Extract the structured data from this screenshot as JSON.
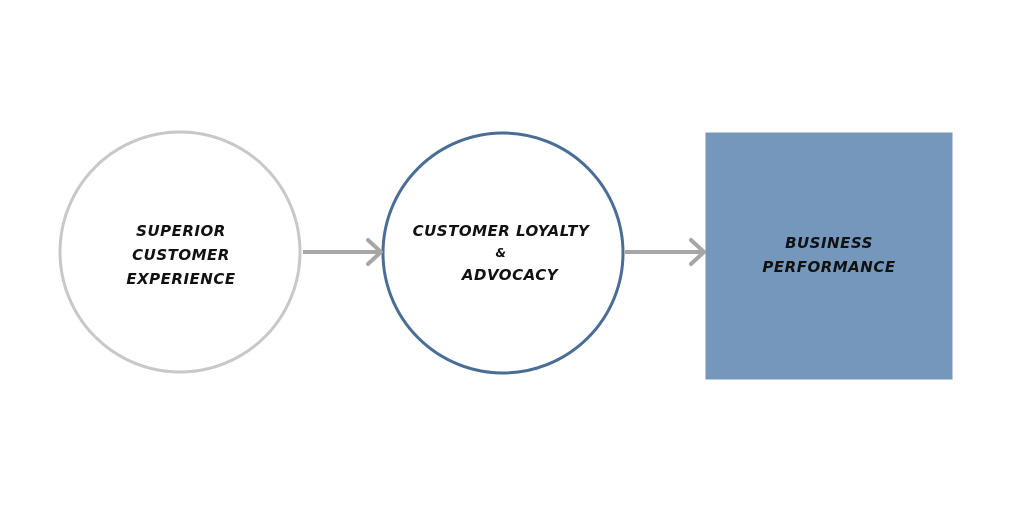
{
  "diagram": {
    "nodes": [
      {
        "id": "superior-customer-experience",
        "shape": "circle",
        "lines": [
          "SUPERIOR",
          "CUSTOMER",
          "EXPERIENCE"
        ],
        "stroke_color": "#c8c8c8",
        "fill_color": "#ffffff"
      },
      {
        "id": "customer-loyalty-advocacy",
        "shape": "circle",
        "lines": [
          "CUSTOMER LOYALTY",
          "&",
          "ADVOCACY"
        ],
        "stroke_color": "#4a6d96",
        "fill_color": "#ffffff"
      },
      {
        "id": "business-performance",
        "shape": "square",
        "lines": [
          "BUSINESS",
          "PERFORMANCE"
        ],
        "stroke_color": "#7597bb",
        "fill_color": "#7597bb"
      }
    ],
    "edges": [
      {
        "from": "superior-customer-experience",
        "to": "customer-loyalty-advocacy"
      },
      {
        "from": "customer-loyalty-advocacy",
        "to": "business-performance"
      }
    ],
    "arrow_color": "#a6a6a6"
  }
}
